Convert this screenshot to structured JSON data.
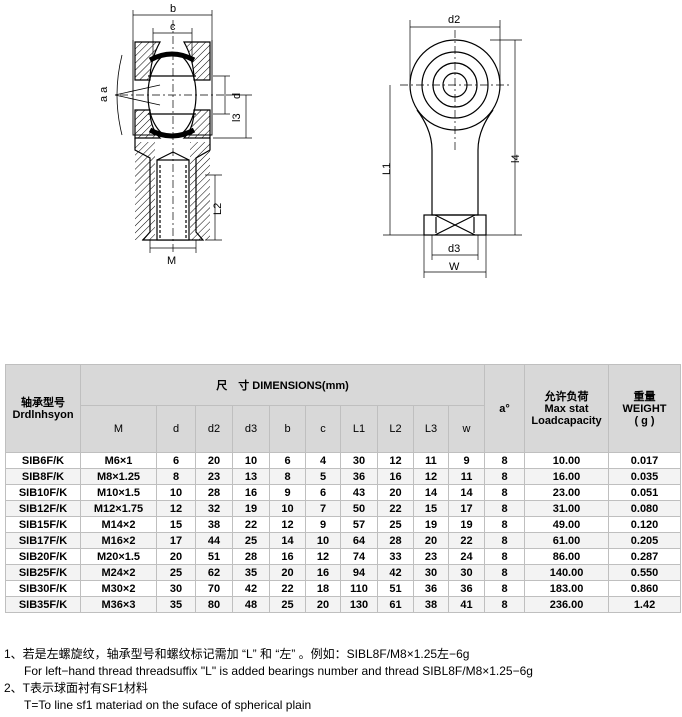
{
  "drawing": {
    "labels": {
      "b": "b",
      "c": "c",
      "aa": "a a",
      "d": "d",
      "l3": "l3",
      "l2": "L2",
      "M": "M",
      "d2": "d2",
      "l1": "L1",
      "l4": "l4",
      "d3": "d3",
      "W": "W"
    }
  },
  "table": {
    "model_header_cn": "轴承型号",
    "model_header_en": "Drdlnhsyon",
    "dimensions_header": "尺　寸 DIMENSIONS(mm)",
    "a_header": "a°",
    "load_header_cn": "允许负荷",
    "load_header_en1": "Max stat",
    "load_header_en2": "Loadcapacity",
    "weight_header_cn": "重量",
    "weight_header_en": "WEIGHT",
    "weight_header_unit": "( g )",
    "columns": [
      "M",
      "d",
      "d2",
      "d3",
      "b",
      "c",
      "L1",
      "L2",
      "L3",
      "w"
    ],
    "rows": [
      {
        "model": "SIB6F/K",
        "M": "M6×1",
        "d": "6",
        "d2": "20",
        "d3": "10",
        "b": "6",
        "c": "4",
        "L1": "30",
        "L2": "12",
        "L3": "11",
        "w": "9",
        "a": "8",
        "load": "10.00",
        "weight": "0.017"
      },
      {
        "model": "SIB8F/K",
        "M": "M8×1.25",
        "d": "8",
        "d2": "23",
        "d3": "13",
        "b": "8",
        "c": "5",
        "L1": "36",
        "L2": "16",
        "L3": "12",
        "w": "11",
        "a": "8",
        "load": "16.00",
        "weight": "0.035"
      },
      {
        "model": "SIB10F/K",
        "M": "M10×1.5",
        "d": "10",
        "d2": "28",
        "d3": "16",
        "b": "9",
        "c": "6",
        "L1": "43",
        "L2": "20",
        "L3": "14",
        "w": "14",
        "a": "8",
        "load": "23.00",
        "weight": "0.051"
      },
      {
        "model": "SIB12F/K",
        "M": "M12×1.75",
        "d": "12",
        "d2": "32",
        "d3": "19",
        "b": "10",
        "c": "7",
        "L1": "50",
        "L2": "22",
        "L3": "15",
        "w": "17",
        "a": "8",
        "load": "31.00",
        "weight": "0.080"
      },
      {
        "model": "SIB15F/K",
        "M": "M14×2",
        "d": "15",
        "d2": "38",
        "d3": "22",
        "b": "12",
        "c": "9",
        "L1": "57",
        "L2": "25",
        "L3": "19",
        "w": "19",
        "a": "8",
        "load": "49.00",
        "weight": "0.120"
      },
      {
        "model": "SIB17F/K",
        "M": "M16×2",
        "d": "17",
        "d2": "44",
        "d3": "25",
        "b": "14",
        "c": "10",
        "L1": "64",
        "L2": "28",
        "L3": "20",
        "w": "22",
        "a": "8",
        "load": "61.00",
        "weight": "0.205"
      },
      {
        "model": "SIB20F/K",
        "M": "M20×1.5",
        "d": "20",
        "d2": "51",
        "d3": "28",
        "b": "16",
        "c": "12",
        "L1": "74",
        "L2": "33",
        "L3": "23",
        "w": "24",
        "a": "8",
        "load": "86.00",
        "weight": "0.287"
      },
      {
        "model": "SIB25F/K",
        "M": "M24×2",
        "d": "25",
        "d2": "62",
        "d3": "35",
        "b": "20",
        "c": "16",
        "L1": "94",
        "L2": "42",
        "L3": "30",
        "w": "30",
        "a": "8",
        "load": "140.00",
        "weight": "0.550"
      },
      {
        "model": "SIB30F/K",
        "M": "M30×2",
        "d": "30",
        "d2": "70",
        "d3": "42",
        "b": "22",
        "c": "18",
        "L1": "110",
        "L2": "51",
        "L3": "36",
        "w": "36",
        "a": "8",
        "load": "183.00",
        "weight": "0.860"
      },
      {
        "model": "SIB35F/K",
        "M": "M36×3",
        "d": "35",
        "d2": "80",
        "d3": "48",
        "b": "25",
        "c": "20",
        "L1": "130",
        "L2": "61",
        "L3": "38",
        "w": "41",
        "a": "8",
        "load": "236.00",
        "weight": "1.42"
      }
    ]
  },
  "notes": {
    "n1": "1、若是左螺旋纹，轴承型号和螺纹标记需加 “L” 和 “左” 。例如：SIBL8F/M8×1.25左−6g",
    "n1_en": "For left−hand thread threadsuffix \"L\" is added bearings number and thread SIBL8F/M8×1.25−6g",
    "n2": "2、T表示球面衬有SF1材料",
    "n2_en": "T=To line sf1 materiad on the suface of spherical plain"
  }
}
